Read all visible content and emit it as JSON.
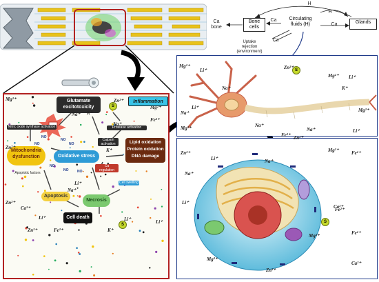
{
  "flow": {
    "ca_bone": "Ca\nbone",
    "bone_cells": "Bone\ncells",
    "circulating": "Circulating\nfluids (H)",
    "glands": "Glands",
    "h_top": "H",
    "h_mid": "H",
    "ca_left": "Ca",
    "ca_right": "Ca",
    "ca_lower": "Ca",
    "uptake": "Uptake\nrejection\n(environment)"
  },
  "mechanism": {
    "glutamate": "Glutamate\nexcitotoxicity",
    "inflammation": "Inflammation",
    "nos": "Nitric oxide synthase activation",
    "protease": "Protease activation",
    "calpain": "Calpain\nactivation",
    "mito": "Mitochondria\ndysfunction",
    "oxidative": "Oxidative stress",
    "lipid": "Lipid oxidation\nProtein oxidation\nDNA damage",
    "apoptotic_factors": "Apoptotic factors",
    "ca_dysreg": "Ca\nregulation",
    "apoptosis": "Apoptosis",
    "necrosis": "Necrosis",
    "cell_swelling": "Cell swelling",
    "cell_death": "Cell death"
  },
  "ions": {
    "mg": "Mg²⁺",
    "zn": "Zn²⁺",
    "na": "Na⁺",
    "li": "Li⁺",
    "k": "K⁺",
    "fe": "Fe²⁺",
    "ca": "Ca²⁺",
    "no": "NO",
    "s": "S"
  },
  "colors": {
    "frame_red": "#b22222",
    "frame_blue": "#1f3a8a",
    "spine_yellow": "#e8c21a",
    "cytoplasm": "#8fd3e8",
    "nucleus": "#c0392b",
    "glutamate_bg": "#2b2b2b",
    "inflammation_bg": "#39c4e8",
    "mito_bg": "#f1c40f",
    "oxidative_bg": "#2e9bd6",
    "lipid_bg": "#6b2a0f",
    "apoptosis_bg": "#f4d03f",
    "necrosis_bg": "#7bc96f",
    "death_bg": "#111111"
  }
}
